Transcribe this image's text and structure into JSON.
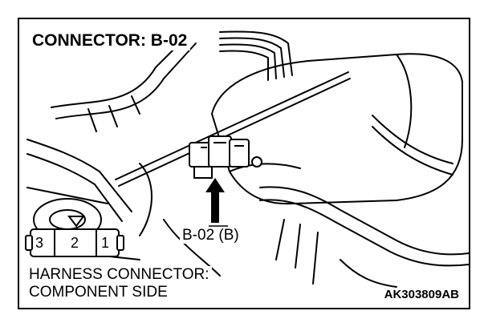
{
  "diagram": {
    "title": "CONNECTOR: B-02",
    "callout_label": "B-02 (B)",
    "harness_line_1": "HARNESS CONNECTOR:",
    "harness_line_2": "COMPONENT SIDE",
    "pins": [
      "3",
      "2",
      "1"
    ],
    "figure_code": "AK303809AB"
  },
  "colors": {
    "ink": "#000000",
    "paper": "#ffffff"
  }
}
